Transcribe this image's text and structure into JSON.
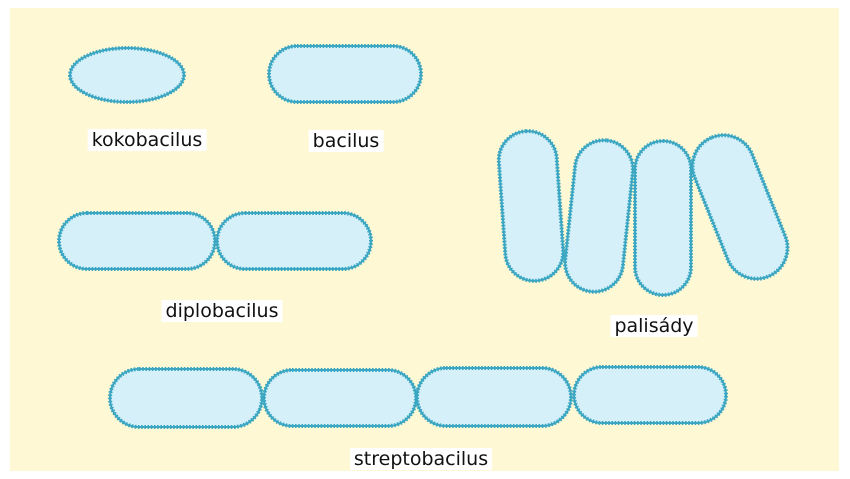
{
  "colors": {
    "background": "#fff8d4",
    "cell_fill": "#d6f0fa",
    "cell_outline": "#3aa6c2",
    "label_text": "#111111"
  },
  "labels": {
    "kokobacilus": "kokobacilus",
    "bacilus": "bacilus",
    "diplobacilus": "diplobacilus",
    "palisady": "palisády",
    "streptobacilus": "streptobacilus"
  }
}
